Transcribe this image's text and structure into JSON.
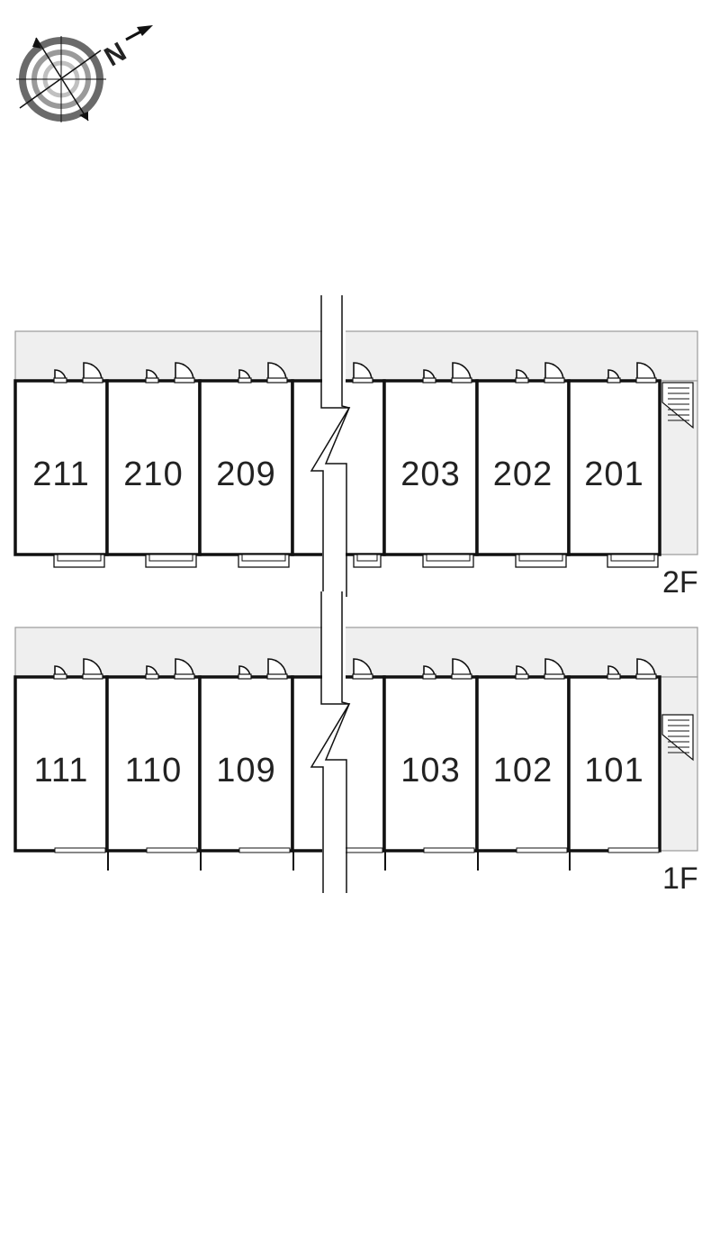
{
  "compass": {
    "icon": "compass-north-icon",
    "north_letter": "N"
  },
  "colors": {
    "corridor": "#efefef",
    "wall": "#111111",
    "text": "#222222"
  },
  "floors": [
    {
      "label": "2F",
      "units": [
        "211",
        "210",
        "209",
        "",
        "203",
        "202",
        "201"
      ],
      "stair_icon": "stair-icon",
      "balcony_type": "balcony"
    },
    {
      "label": "1F",
      "units": [
        "111",
        "110",
        "109",
        "",
        "103",
        "102",
        "101"
      ],
      "stair_icon": "stair-icon",
      "balcony_type": "garden-dividers"
    }
  ]
}
